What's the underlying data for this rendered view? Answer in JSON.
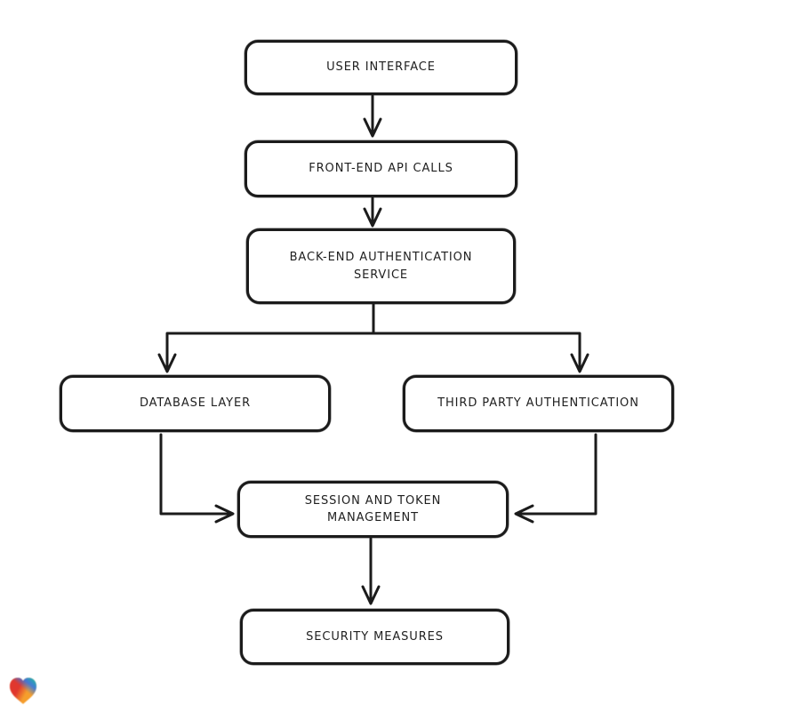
{
  "diagram": {
    "type": "flowchart",
    "nodes": [
      {
        "id": "user-interface",
        "label": "USER INTERFACE"
      },
      {
        "id": "front-end-api-calls",
        "label": "FRONT-END API CALLS"
      },
      {
        "id": "back-end-authentication-service",
        "label": "BACK-END AUTHENTICATION SERVICE"
      },
      {
        "id": "database-layer",
        "label": "DATABASE LAYER"
      },
      {
        "id": "third-party-authentication",
        "label": "THIRD PARTY AUTHENTICATION"
      },
      {
        "id": "session-and-token-management",
        "label": "SESSION AND TOKEN MANAGEMENT"
      },
      {
        "id": "security-measures",
        "label": "SECURITY MEASURES"
      }
    ],
    "edges": [
      {
        "from": "user-interface",
        "to": "front-end-api-calls"
      },
      {
        "from": "front-end-api-calls",
        "to": "back-end-authentication-service"
      },
      {
        "from": "back-end-authentication-service",
        "to": "database-layer"
      },
      {
        "from": "back-end-authentication-service",
        "to": "third-party-authentication"
      },
      {
        "from": "database-layer",
        "to": "session-and-token-management"
      },
      {
        "from": "third-party-authentication",
        "to": "session-and-token-management"
      },
      {
        "from": "session-and-token-management",
        "to": "security-measures"
      }
    ],
    "style": {
      "stroke_color": "#1b1b1b",
      "node_fill": "#ffffff",
      "background": "#ffffff"
    }
  },
  "branding": {
    "logo_icon": "heart-gradient-logo",
    "logo_colors": {
      "red": "#e0372e",
      "teal": "#1eb5a2",
      "blue": "#3178e6",
      "orange": "#f59e2c"
    }
  }
}
